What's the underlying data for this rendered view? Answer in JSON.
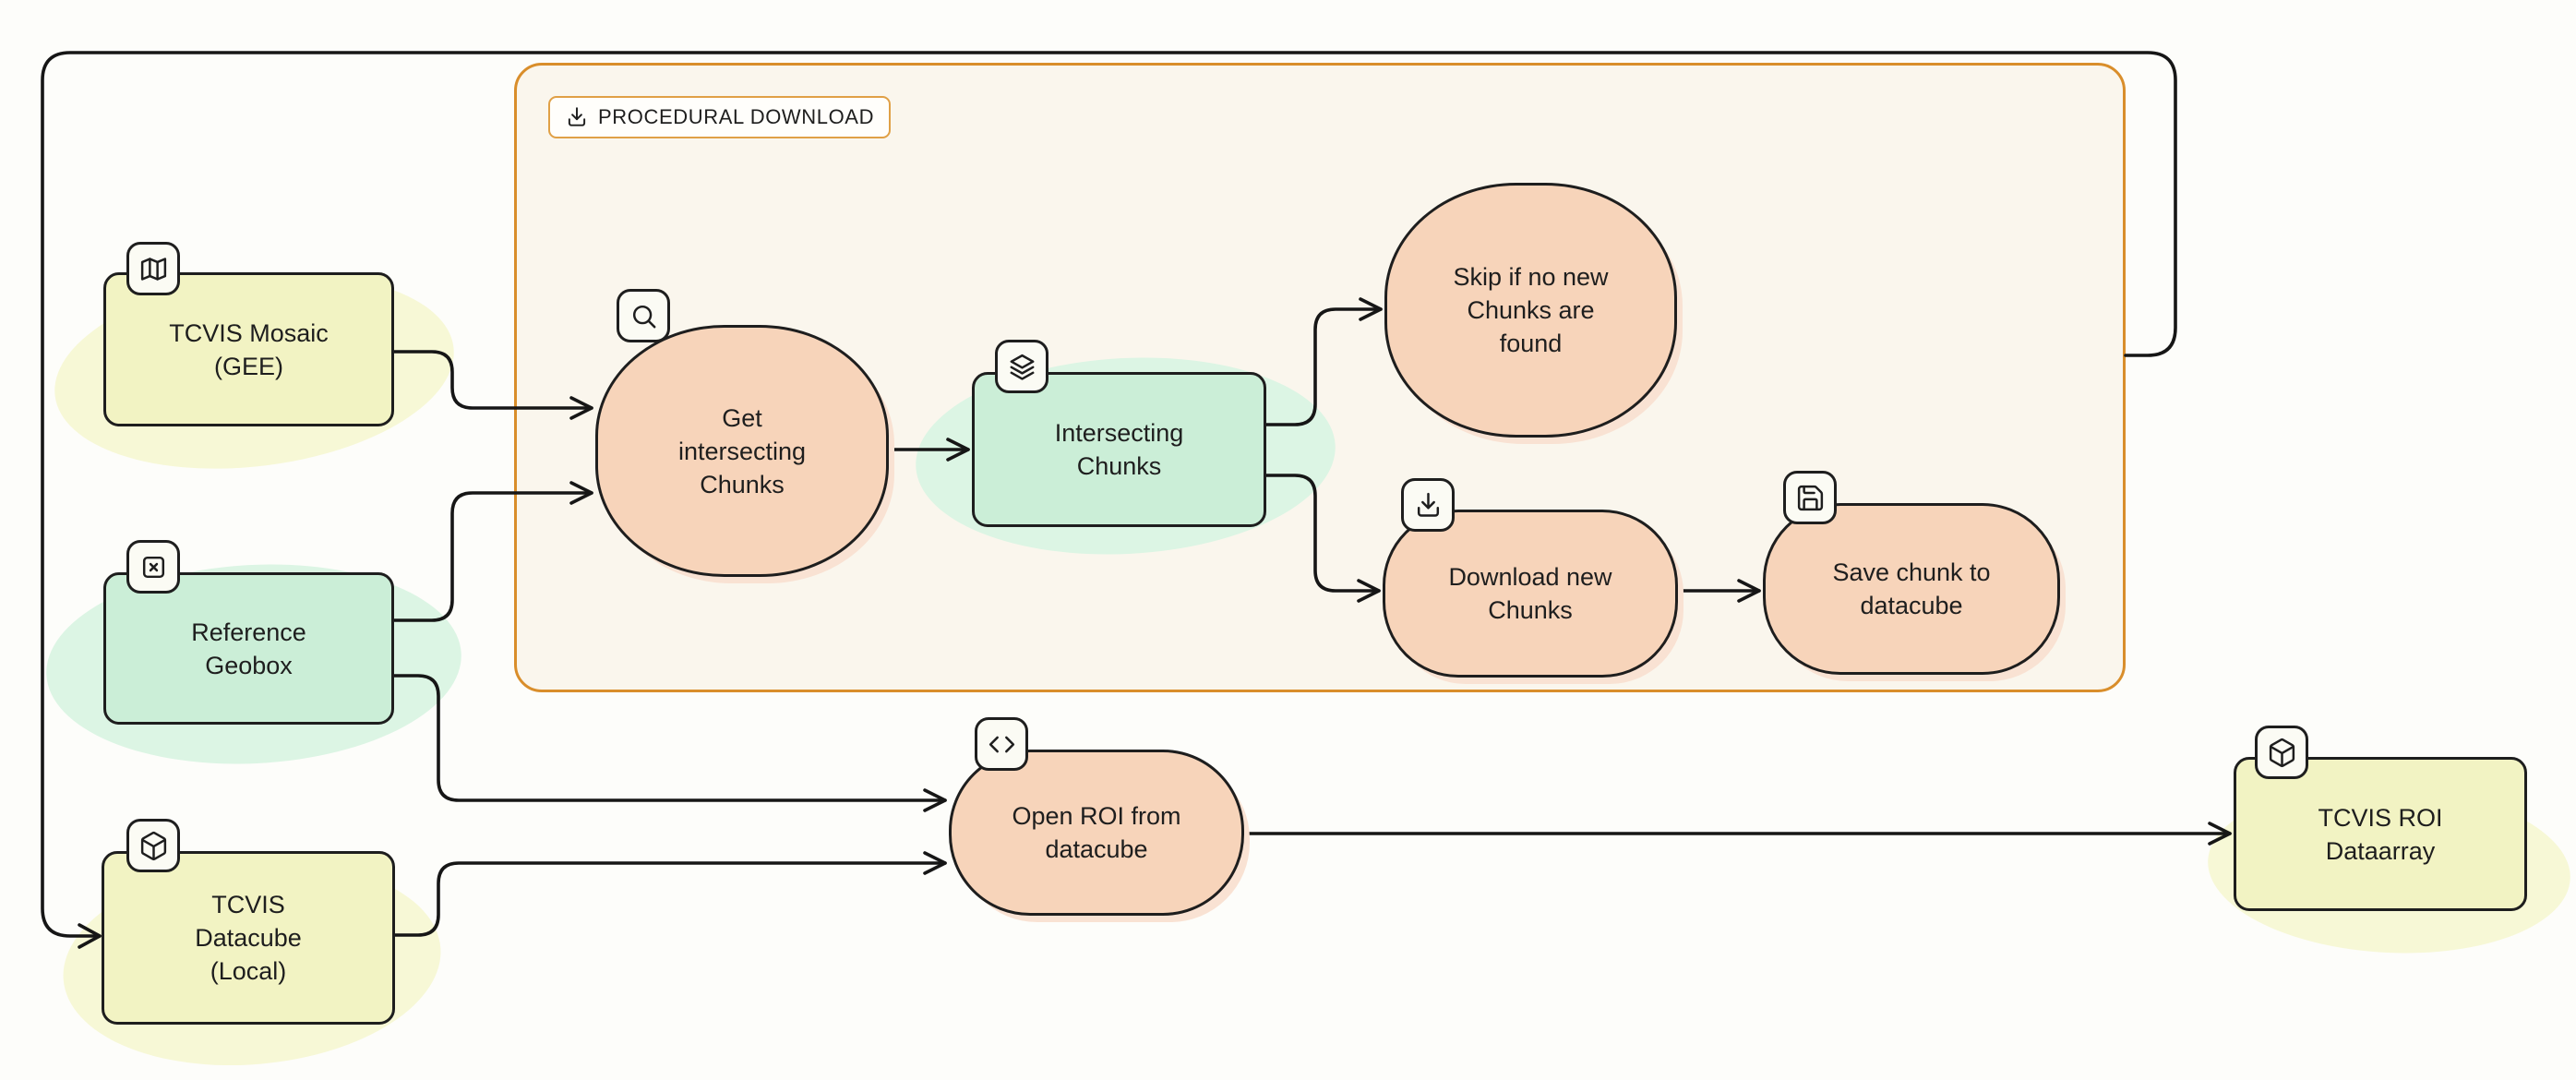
{
  "diagram": {
    "background_color": "#fdfdfa",
    "stroke_color": "#1e1e1e",
    "group": {
      "label": "PROCEDURAL DOWNLOAD",
      "icon": "download-icon",
      "border_color": "#d98e2b",
      "fill_color": "#faf6ed"
    },
    "colors": {
      "data_node_yellow": "#f2f3c3",
      "data_node_green": "#cbeed7",
      "process_node_peach": "#f7d4ba",
      "highlight_yellow": "#f7f8d6",
      "highlight_green": "#dcf5e4"
    },
    "nodes": {
      "tcvis_mosaic": {
        "label": [
          "TCVIS Mosaic",
          "(GEE)"
        ],
        "icon": "map-icon",
        "kind": "data"
      },
      "reference_geobox": {
        "label": [
          "Reference",
          "Geobox"
        ],
        "icon": "square-x-icon",
        "kind": "data"
      },
      "tcvis_datacube": {
        "label": [
          "TCVIS",
          "Datacube",
          "(Local)"
        ],
        "icon": "cube-icon",
        "kind": "data"
      },
      "get_intersecting_chunks": {
        "label": [
          "Get",
          "intersecting",
          "Chunks"
        ],
        "icon": "search-icon",
        "kind": "process"
      },
      "intersecting_chunks": {
        "label": [
          "Intersecting",
          "Chunks"
        ],
        "icon": "layers-icon",
        "kind": "data"
      },
      "skip_if_no_new_chunks": {
        "label": [
          "Skip if no new",
          "Chunks are",
          "found"
        ],
        "kind": "process"
      },
      "download_new_chunks": {
        "label": [
          "Download new",
          "Chunks"
        ],
        "icon": "download-icon",
        "kind": "process"
      },
      "save_chunk_to_datacube": {
        "label": [
          "Save chunk to",
          "datacube"
        ],
        "icon": "save-icon",
        "kind": "process"
      },
      "open_roi_from_datacube": {
        "label": [
          "Open ROI from",
          "datacube"
        ],
        "icon": "code-icon",
        "kind": "process"
      },
      "tcvis_roi_dataarray": {
        "label": [
          "TCVIS ROI",
          "Dataarray"
        ],
        "icon": "cube-icon",
        "kind": "data"
      }
    },
    "edges": [
      {
        "from": "tcvis_mosaic",
        "to": "get_intersecting_chunks"
      },
      {
        "from": "reference_geobox",
        "to": "get_intersecting_chunks"
      },
      {
        "from": "reference_geobox",
        "to": "open_roi_from_datacube"
      },
      {
        "from": "tcvis_datacube",
        "to": "open_roi_from_datacube"
      },
      {
        "from": "get_intersecting_chunks",
        "to": "intersecting_chunks"
      },
      {
        "from": "intersecting_chunks",
        "to": "skip_if_no_new_chunks"
      },
      {
        "from": "intersecting_chunks",
        "to": "download_new_chunks"
      },
      {
        "from": "download_new_chunks",
        "to": "save_chunk_to_datacube"
      },
      {
        "from": "procedural_download_group",
        "to": "tcvis_datacube"
      },
      {
        "from": "open_roi_from_datacube",
        "to": "tcvis_roi_dataarray"
      }
    ]
  }
}
